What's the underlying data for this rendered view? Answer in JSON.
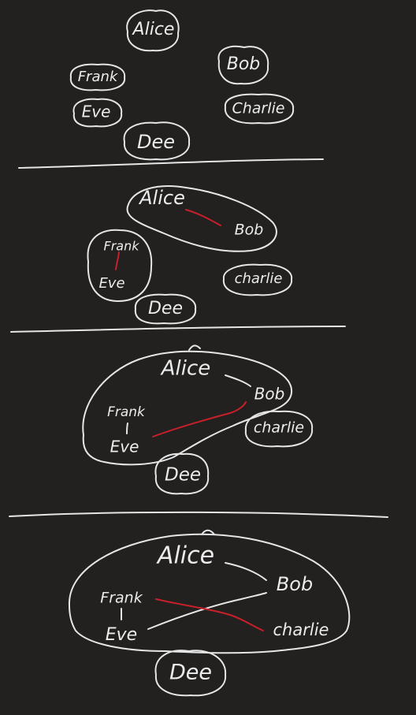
{
  "colors": {
    "background": "#222120",
    "ink": "#e6e6e6",
    "highlight": "#c8202a"
  },
  "panels": [
    {
      "nodes": {
        "alice": "Alice",
        "bob": "Bob",
        "frank": "Frank",
        "eve": "Eve",
        "charlie": "Charlie",
        "dee": "Dee"
      }
    },
    {
      "nodes": {
        "alice": "Alice",
        "bob": "Bob",
        "frank": "Frank",
        "eve": "Eve",
        "charlie": "charlie",
        "dee": "Dee"
      }
    },
    {
      "nodes": {
        "alice": "Alice",
        "bob": "Bob",
        "frank": "Frank",
        "eve": "Eve",
        "charlie": "charlie",
        "dee": "Dee"
      }
    },
    {
      "nodes": {
        "alice": "Alice",
        "bob": "Bob",
        "frank": "Frank",
        "eve": "Eve",
        "charlie": "charlie",
        "dee": "Dee"
      }
    }
  ]
}
